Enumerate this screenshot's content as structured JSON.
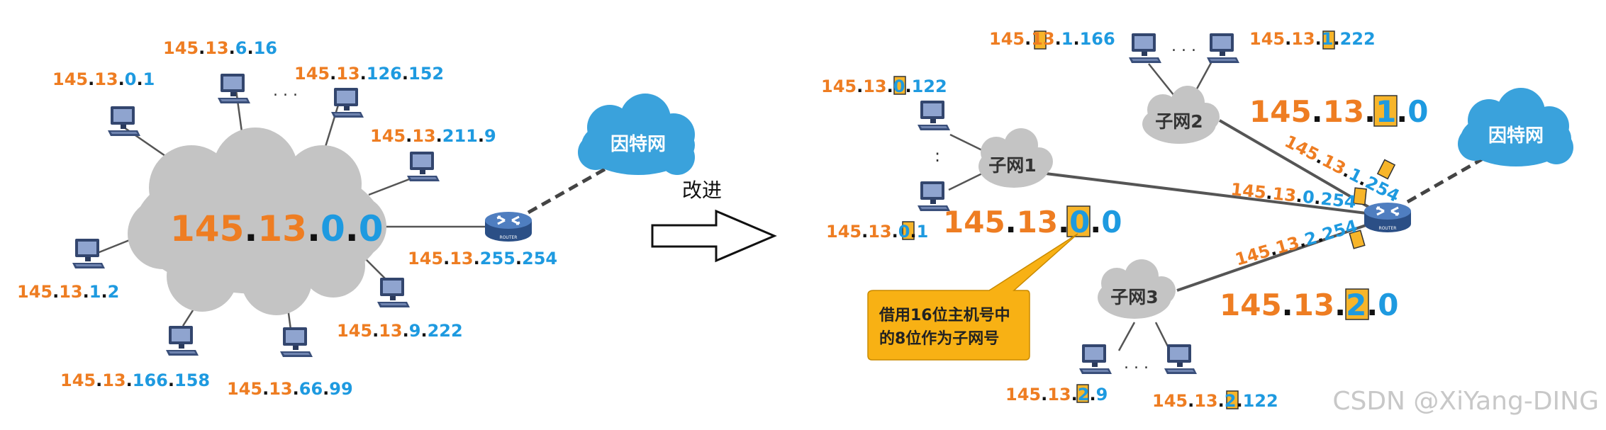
{
  "left": {
    "network": {
      "p1": "145",
      "p2": "13",
      "p3": "0",
      "p4": "0"
    },
    "ellipsis": ". . .",
    "router_ip": {
      "p1": "145",
      "p2": "13",
      "p3": "255",
      "p4": "254"
    },
    "internet_label": "因特网",
    "hosts": [
      {
        "p1": "145",
        "p2": "13",
        "p3": "0",
        "p4": "1"
      },
      {
        "p1": "145",
        "p2": "13",
        "p3": "6",
        "p4": "16"
      },
      {
        "p1": "145",
        "p2": "13",
        "p3": "126",
        "p4": "152"
      },
      {
        "p1": "145",
        "p2": "13",
        "p3": "211",
        "p4": "9"
      },
      {
        "p1": "145",
        "p2": "13",
        "p3": "1",
        "p4": "2"
      },
      {
        "p1": "145",
        "p2": "13",
        "p3": "9",
        "p4": "222"
      },
      {
        "p1": "145",
        "p2": "13",
        "p3": "166",
        "p4": "158"
      },
      {
        "p1": "145",
        "p2": "13",
        "p3": "66",
        "p4": "99"
      }
    ]
  },
  "arrow_label": "改进",
  "right": {
    "internet_label": "因特网",
    "subnets": [
      {
        "label": "子网1",
        "network": {
          "p1": "145",
          "p2": "13",
          "p3": "0",
          "p4": "0"
        },
        "host_a": {
          "p1": "145",
          "p2": "13",
          "p3": "0",
          "p4": "122"
        },
        "host_b": {
          "p1": "145",
          "p2": "13",
          "p3": "0",
          "p4": "1"
        },
        "router_ip": {
          "p1": "145",
          "p2": "13",
          "p3": "0",
          "p4": "254"
        },
        "ellipsis": ":"
      },
      {
        "label": "子网2",
        "network": {
          "p1": "145",
          "p2": "13",
          "p3": "1",
          "p4": "0"
        },
        "host_a": {
          "p1": "145",
          "p2": "13",
          "p3": "1",
          "p4": "166"
        },
        "host_b": {
          "p1": "145",
          "p2": "13",
          "p3": "1",
          "p4": "222"
        },
        "router_ip": {
          "p1": "145",
          "p2": "13",
          "p3": "1",
          "p4": "254"
        },
        "ellipsis": ". . ."
      },
      {
        "label": "子网3",
        "network": {
          "p1": "145",
          "p2": "13",
          "p3": "2",
          "p4": "0"
        },
        "host_a": {
          "p1": "145",
          "p2": "13",
          "p3": "2",
          "p4": "9"
        },
        "host_b": {
          "p1": "145",
          "p2": "13",
          "p3": "2",
          "p4": "122"
        },
        "router_ip": {
          "p1": "145",
          "p2": "13",
          "p3": "2",
          "p4": "254"
        },
        "ellipsis": ". . ."
      }
    ],
    "callout_line1": "借用16位主机号中",
    "callout_line2": "的8位作为子网号"
  },
  "watermark": "CSDN @XiYang-DING",
  "colors": {
    "net_orange": "#ee7d22",
    "host_blue": "#1e9ae0",
    "highlight": "#f7b52a",
    "callout": "#f8b114",
    "cloud_gray": "#c4c4c4",
    "internet_blue": "#3aa2dc"
  }
}
